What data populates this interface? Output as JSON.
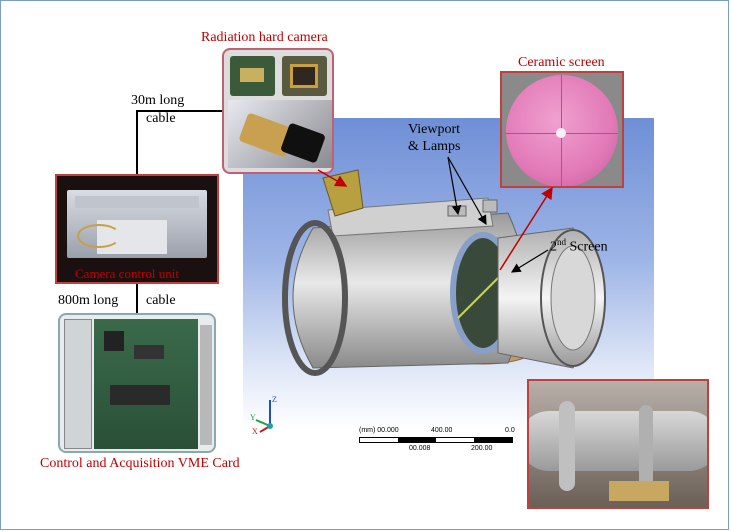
{
  "labels": {
    "radiation_camera": "Radiation hard camera",
    "ceramic_screen": "Ceramic screen",
    "cable_30m_line1": "30m long",
    "cable_30m_line2": "cable",
    "viewport_line1": "Viewport",
    "viewport_line2": "& Lamps",
    "second_screen_prefix": "2",
    "second_screen_sup": "nd",
    "second_screen_suffix": " Screen",
    "camera_control_unit": "Camera control unit",
    "cable_800m_part1": "800m long",
    "cable_800m_part2": "cable",
    "vme_card": "Control and Acquisition VME Card"
  },
  "scale_bar": {
    "top_left": "(mm) 00.000",
    "top_mid": "400.00",
    "top_right": "0.0",
    "bottom_left": "00.008",
    "bottom_right": "200.00"
  },
  "axis_triad": {
    "z": "Z",
    "y": "Y",
    "x": "X"
  },
  "colors": {
    "label_red": "#c00000",
    "frame_border": "#7a9cc8",
    "photo_border": "#c06070",
    "ceramic_pink": "#e27ab8"
  }
}
